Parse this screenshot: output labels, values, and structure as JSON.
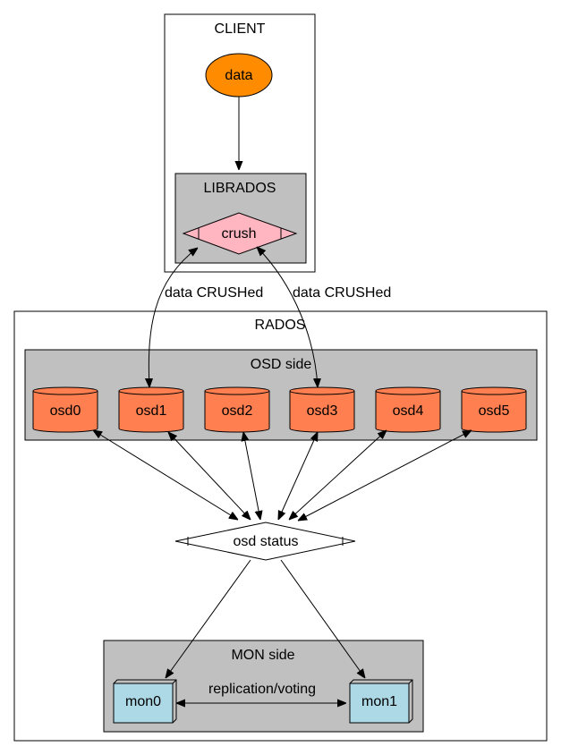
{
  "clusters": {
    "client": "CLIENT",
    "librados": "LIBRADOS",
    "rados": "RADOS",
    "osd_side": "OSD side",
    "mon_side": "MON side"
  },
  "nodes": {
    "data": "data",
    "crush": "crush",
    "osd_status": "osd status",
    "osds": [
      "osd0",
      "osd1",
      "osd2",
      "osd3",
      "osd4",
      "osd5"
    ],
    "mons": [
      "mon0",
      "mon1"
    ]
  },
  "edges": {
    "crush_osd1": "data CRUSHed",
    "crush_osd3": "data CRUSHed",
    "mon_link": "replication/voting"
  },
  "colors": {
    "data": "#ff8c00",
    "crush": "#ffb6c1",
    "osd": "#ff7f50",
    "mon": "#add8e6",
    "cluster_fill": "#c0c0c0"
  }
}
